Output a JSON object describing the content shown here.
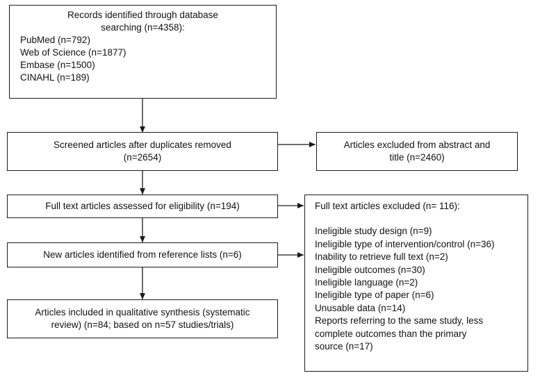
{
  "records_box": {
    "title_lines": [
      "Records identified through database",
      "searching (n=4358):"
    ],
    "sources": [
      "PubMed (n=792)",
      "Web of Science (n=1877)",
      "Embase (n=1500)",
      "CINAHL (n=189)"
    ]
  },
  "screened_box": {
    "lines": [
      "Screened articles after duplicates removed",
      "(n=2654)"
    ]
  },
  "excluded_abstract_box": {
    "lines": [
      "Articles excluded from abstract and",
      "title (n=2460)"
    ]
  },
  "fulltext_box": {
    "text": "Full text articles assessed for eligibility (n=194)"
  },
  "new_articles_box": {
    "text": "New articles identified from reference lists (n=6)"
  },
  "included_box": {
    "lines": [
      "Articles included in qualitative synthesis (systematic",
      "review) (n=84; based on n=57 studies/trials)"
    ]
  },
  "fulltext_excluded_box": {
    "title": "Full text articles excluded (n= 116):",
    "reasons": [
      "Ineligible study design (n=9)",
      "Ineligible type of intervention/control (n=36)",
      "Inability to retrieve full text (n=2)",
      "Ineligible outcomes (n=30)",
      "Ineligible language (n=2)",
      "Ineligible type of paper (n=6)",
      "Unusable data (n=14)",
      "Reports referring to the same study, less",
      "complete outcomes than the primary",
      "source (n=17)"
    ]
  },
  "colors": {
    "line": "#1a1a1a",
    "background": "#ffffff"
  }
}
